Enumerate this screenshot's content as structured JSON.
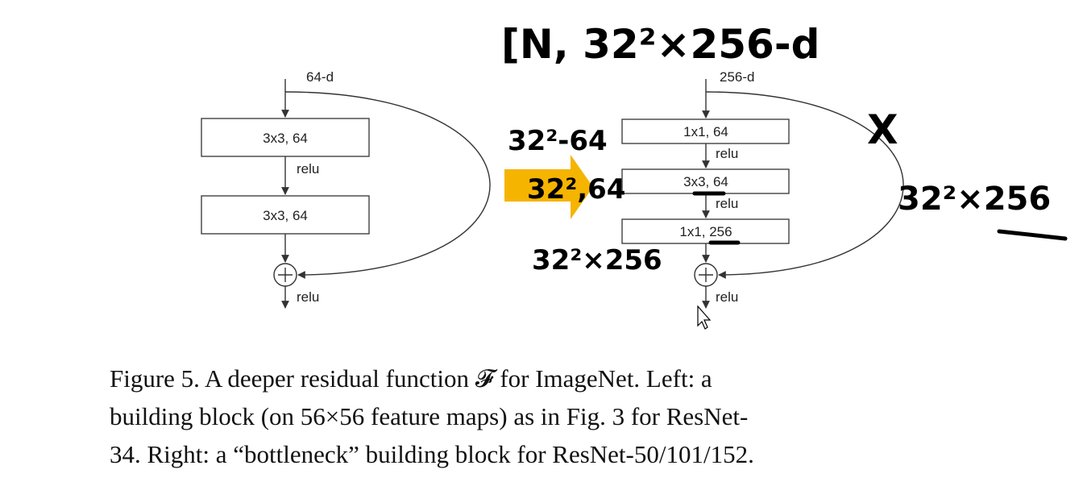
{
  "left_block": {
    "input_label": "64-d",
    "layer1": "3x3, 64",
    "relu1": "relu",
    "layer2": "3x3, 64",
    "relu_out": "relu"
  },
  "right_block": {
    "input_label": "256-d",
    "layer1": "1x1, 64",
    "relu1": "relu",
    "layer2": "3x3, 64",
    "relu2": "relu",
    "layer3": "1x1, 256",
    "relu_out": "relu"
  },
  "annotations": {
    "top": "[N,  32²×256-d",
    "after_layer1": "32²-64",
    "after_layer2": "32²,64",
    "after_layer3": "32²×256",
    "shortcut_cross": "X",
    "shortcut_shape": "32²×256"
  },
  "caption": {
    "line1": "Figure 5. A deeper residual function 𝓕 for ImageNet.  Left: a",
    "line2": "building block (on 56×56 feature maps) as in Fig. 3 for ResNet-",
    "line3": "34. Right: a “bottleneck” building block for ResNet-50/101/152."
  },
  "colors": {
    "highlight_arrow": "#f5b400"
  }
}
